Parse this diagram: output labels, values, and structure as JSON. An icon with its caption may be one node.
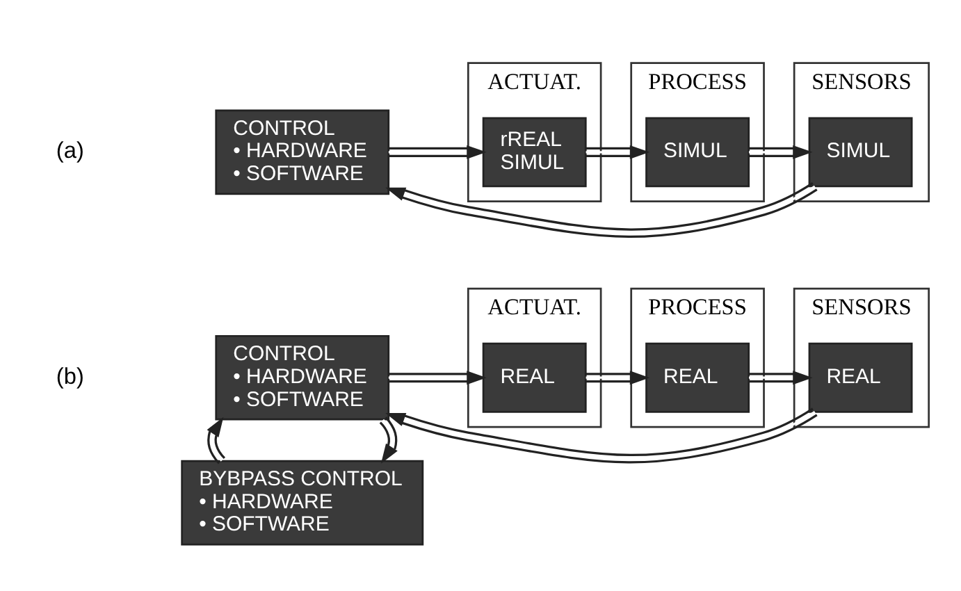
{
  "diagram": {
    "nodes": [
      {
        "text": [
          "CONTROL",
          "• HARDWARE",
          "• SOFTWARE"
        ]
      },
      {
        "text": [
          "ACTUAT."
        ]
      },
      {
        "text": [
          "rREAL",
          "SIMUL"
        ],
        "in": 1
      },
      {
        "text": [
          "PROCESS"
        ]
      },
      {
        "text": [
          "SIMUL"
        ],
        "in": 3
      },
      {
        "text": [
          "SENSORS"
        ]
      },
      {
        "text": [
          "SIMUL"
        ],
        "in": 5
      },
      {
        "text": [
          "BYBPASS CONTROL",
          "• HARDWARE",
          "• SOFTWARE"
        ]
      },
      {
        "text": [
          "CONTROL",
          "• HARDWARE",
          "• SOFTWARE"
        ]
      },
      {
        "text": [
          "ACTUAT."
        ]
      },
      {
        "text": [
          "REAL"
        ],
        "in": 9
      },
      {
        "text": [
          "PROCESS"
        ]
      },
      {
        "text": [
          "REAL"
        ],
        "in": 11
      },
      {
        "text": [
          "SENSORS"
        ]
      },
      {
        "text": [
          "REAL"
        ],
        "in": 13
      }
    ],
    "edges": [
      {
        "from": 0,
        "to": 2,
        "arrow": "to"
      },
      {
        "from": 2,
        "to": 4,
        "arrow": "to"
      },
      {
        "from": 4,
        "to": 6,
        "arrow": "to"
      },
      {
        "from": 6,
        "to": 0,
        "arrow": "to"
      },
      {
        "from": 8,
        "to": 7,
        "arrow": "to"
      },
      {
        "from": 7,
        "to": 8,
        "arrow": "to"
      },
      {
        "from": 8,
        "to": 10,
        "arrow": "to"
      },
      {
        "from": 10,
        "to": 12,
        "arrow": "to"
      },
      {
        "from": 12,
        "to": 14,
        "arrow": "to"
      },
      {
        "from": 14,
        "to": 8,
        "arrow": "to"
      }
    ],
    "labels": [
      "(a)",
      "(b)"
    ]
  }
}
